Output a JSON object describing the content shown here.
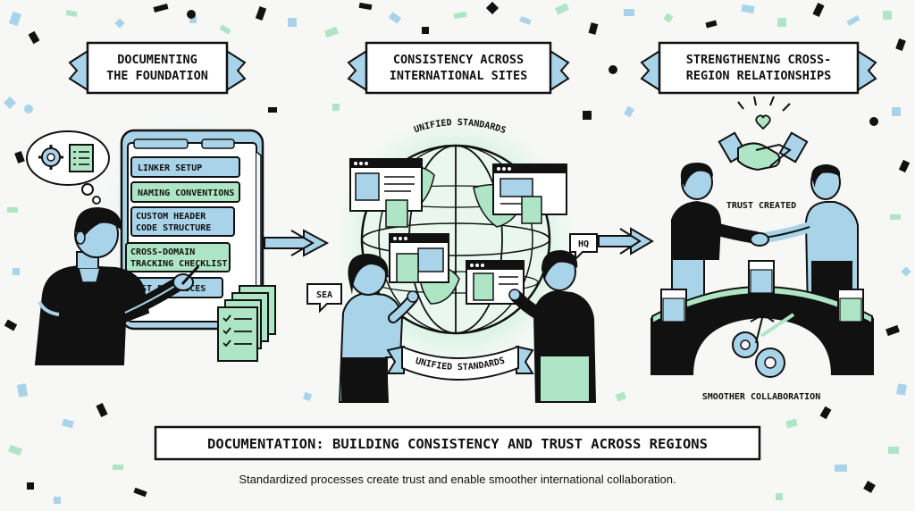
{
  "panels": [
    {
      "title_lines": [
        "DOCUMENTING",
        "THE FOUNDATION"
      ]
    },
    {
      "title_lines": [
        "CONSISTENCY ACROSS",
        "INTERNATIONAL SITES"
      ]
    },
    {
      "title_lines": [
        "STRENGTHENING CROSS-",
        "REGION RELATIONSHIPS"
      ]
    }
  ],
  "checklist_items": [
    {
      "lines": [
        "LINKER SETUP"
      ]
    },
    {
      "lines": [
        "NAMING CONVENTIONS"
      ]
    },
    {
      "lines": [
        "CUSTOM HEADER",
        "CODE STRUCTURE"
      ]
    },
    {
      "lines": [
        "CROSS-DOMAIN",
        "TRACKING CHECKLIST"
      ]
    },
    {
      "lines": [
        "BEST PRACTICES"
      ]
    }
  ],
  "globe": {
    "arc_top": "UNIFIED STANDARDS",
    "ribbon_bottom": "UNIFIED STANDARDS",
    "bubble_left": "SEA",
    "bubble_right": "HQ"
  },
  "relationship": {
    "trust_label": "TRUST CREATED",
    "collab_label": "SMOOTHER COLLABORATION"
  },
  "footer": {
    "title": "DOCUMENTATION: BUILDING CONSISTENCY AND TRUST ACROSS REGIONS",
    "subtitle": "Standardized processes create trust and enable smoother international collaboration."
  },
  "colors": {
    "ink": "#111111",
    "light_blue": "#a9d3e8",
    "mint": "#aee5c4",
    "mint_glow": "#b9ecd0",
    "paper": "#f7f8f6"
  }
}
